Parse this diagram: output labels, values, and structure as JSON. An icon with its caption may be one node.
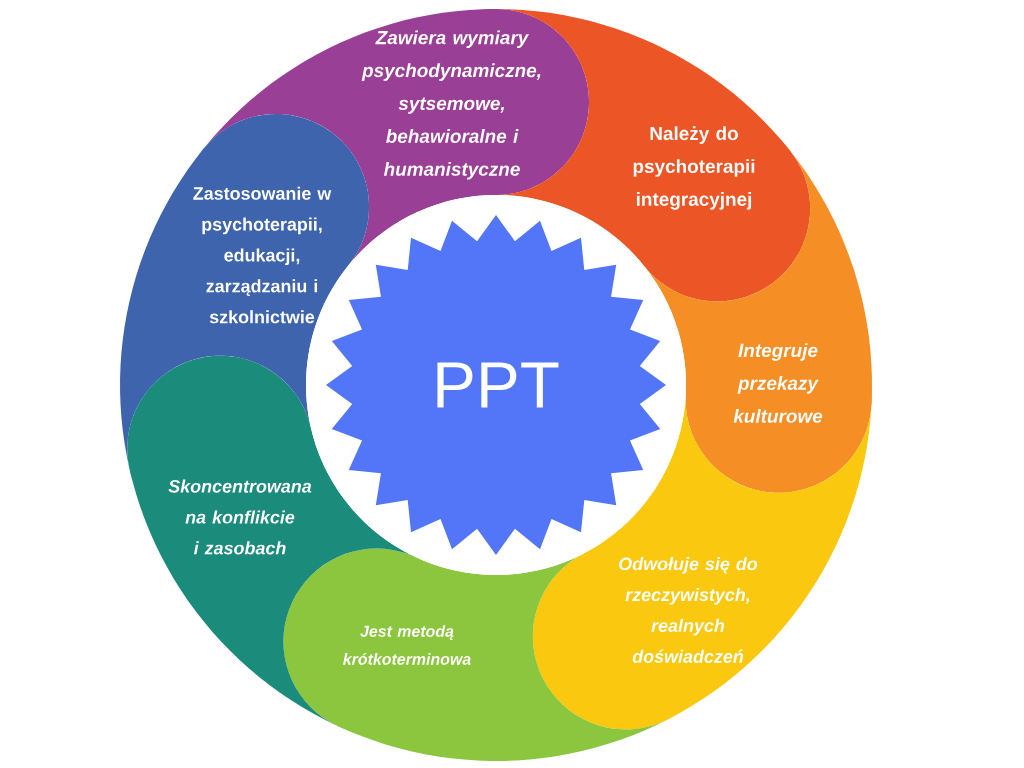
{
  "diagram": {
    "nodes": [
      {
        "text": [
          "PPT"
        ]
      },
      {
        "text": [
          "Zawiera wymiary psychodynamiczne, sytsemowe, behawioralne i humanistyczne"
        ]
      },
      {
        "text": [
          "Należy do psychoterapii integracyjnej"
        ]
      },
      {
        "text": [
          "Integruje przekazy kulturowe"
        ]
      },
      {
        "text": [
          "Odwołuje się do rzeczywistych, realnych doświadczeń"
        ]
      },
      {
        "text": [
          "Jest metodą krótkoterminowa"
        ]
      },
      {
        "text": [
          "Skoncentrowana na konflikcie i zasobach"
        ]
      },
      {
        "text": [
          "Zastosowanie w psychoterapii, edukacji, zarządzaniu i szkolnictwie"
        ]
      }
    ]
  }
}
